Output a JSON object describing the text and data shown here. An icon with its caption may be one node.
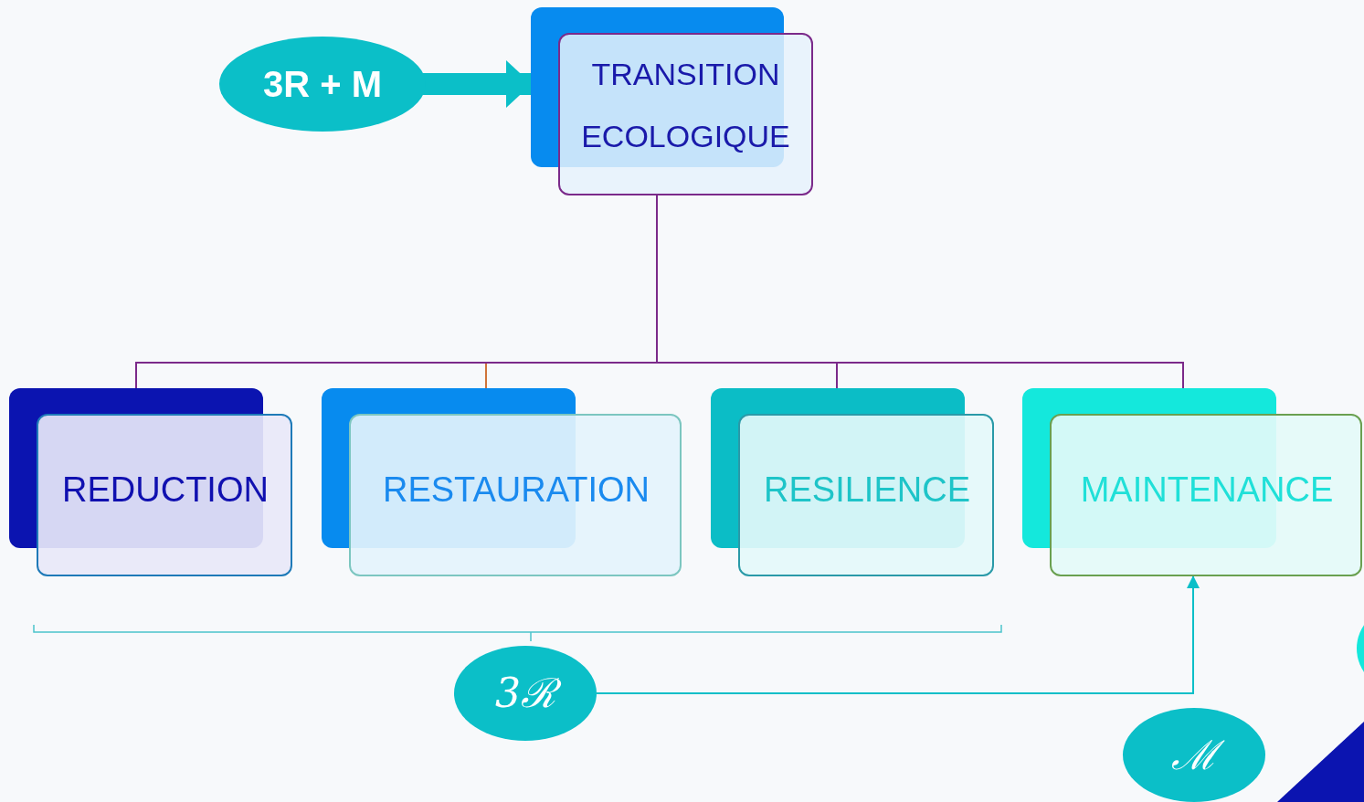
{
  "diagram": {
    "nodes": [
      {
        "text": [
          "TRANSITION ECOLOGIQUE"
        ]
      },
      {
        "text": [
          "3R + M"
        ]
      },
      {
        "text": [
          "REDUCTION"
        ]
      },
      {
        "text": [
          "RESTAURATION"
        ]
      },
      {
        "text": [
          "RESILIENCE"
        ]
      },
      {
        "text": [
          "MAINTENANCE"
        ]
      },
      {
        "text": [
          "3ℛ"
        ]
      },
      {
        "text": [
          "ℳ"
        ]
      }
    ],
    "edges": [
      {
        "from": 1,
        "to": 0,
        "arrow": "to",
        "style": "thick",
        "color": "#0bbfc8"
      },
      {
        "from": 0,
        "to": 2,
        "arrow": "none"
      },
      {
        "from": 0,
        "to": 3,
        "arrow": "none",
        "color": "#d0743a"
      },
      {
        "from": 0,
        "to": 4,
        "arrow": "none"
      },
      {
        "from": 0,
        "to": 5,
        "arrow": "none"
      },
      {
        "from": 6,
        "to": 5,
        "arrow": "to",
        "color": "#0bbfc8"
      }
    ]
  }
}
